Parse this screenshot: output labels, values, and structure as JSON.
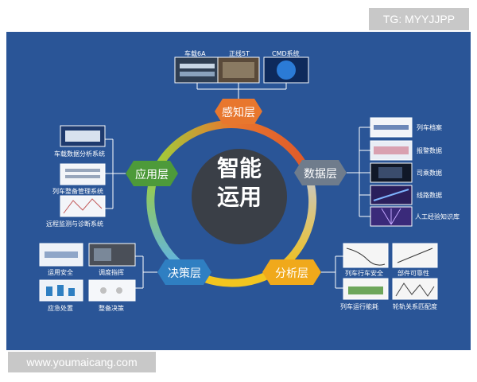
{
  "watermark_top": "TG: MYYJJPP",
  "watermark_bottom": "www.youmaicang.com",
  "center": {
    "line1": "智能",
    "line2": "运用"
  },
  "layers": {
    "perception": "感知层",
    "data": "数据层",
    "analysis": "分析层",
    "decision": "决策层",
    "application": "应用层"
  },
  "perception_items": [
    "车载6A",
    "正线5T",
    "CMD系统"
  ],
  "data_items": [
    "列车档案",
    "报警数据",
    "司乘数据",
    "线路数据",
    "人工经验知识库"
  ],
  "analysis_items": [
    "列车行车安全",
    "部件可靠性",
    "列车运行能耗",
    "轮轨关系匹配度"
  ],
  "decision_items": [
    "运用安全",
    "调度指挥",
    "应急处置",
    "整备决策"
  ],
  "application_items": [
    "车载数据分析系统",
    "列车整备管理系统",
    "远程监测与诊断系统"
  ],
  "colors": {
    "panel": "#2a5597",
    "perception": "#e8772e",
    "data": "#6f7c8c",
    "analysis": "#f0a91b",
    "decision": "#2f7fc2",
    "application": "#4d9a3a",
    "center": "#3a3f47"
  }
}
